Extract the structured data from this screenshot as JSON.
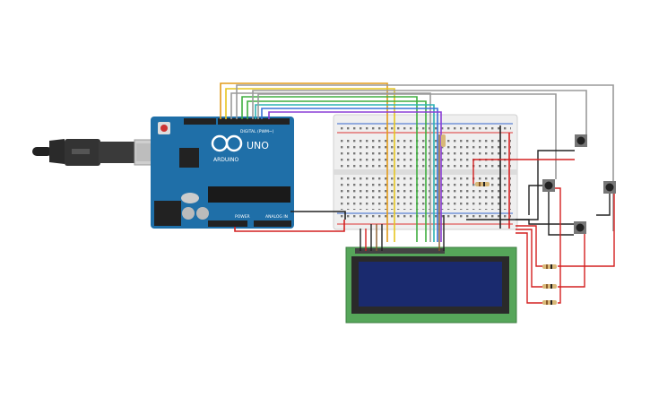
{
  "arduino": {
    "brand": "ARDUINO",
    "model": "UNO",
    "digital_label": "DIGITAL (PWM~)",
    "power_label": "POWER",
    "analog_label": "ANALOG IN",
    "color": "#1f6fa8"
  },
  "breadboard": {
    "color": "#f2f2f2",
    "rail_red": "#d33",
    "rail_blue": "#36c"
  },
  "lcd": {
    "board_color": "#56a65a",
    "screen_color": "#1a2a6e"
  },
  "wire_colors": {
    "orange": "#e39b1a",
    "yellow": "#e6c520",
    "gray": "#9a9a9a",
    "green": "#3fae3f",
    "teal": "#2bb3b3",
    "blue": "#3a73d8",
    "purple": "#8a3fd6",
    "black": "#222222",
    "red": "#d42020",
    "brown": "#8a5a2a"
  },
  "components": {
    "pushbutton_count": 4,
    "resistor_count": 4
  }
}
